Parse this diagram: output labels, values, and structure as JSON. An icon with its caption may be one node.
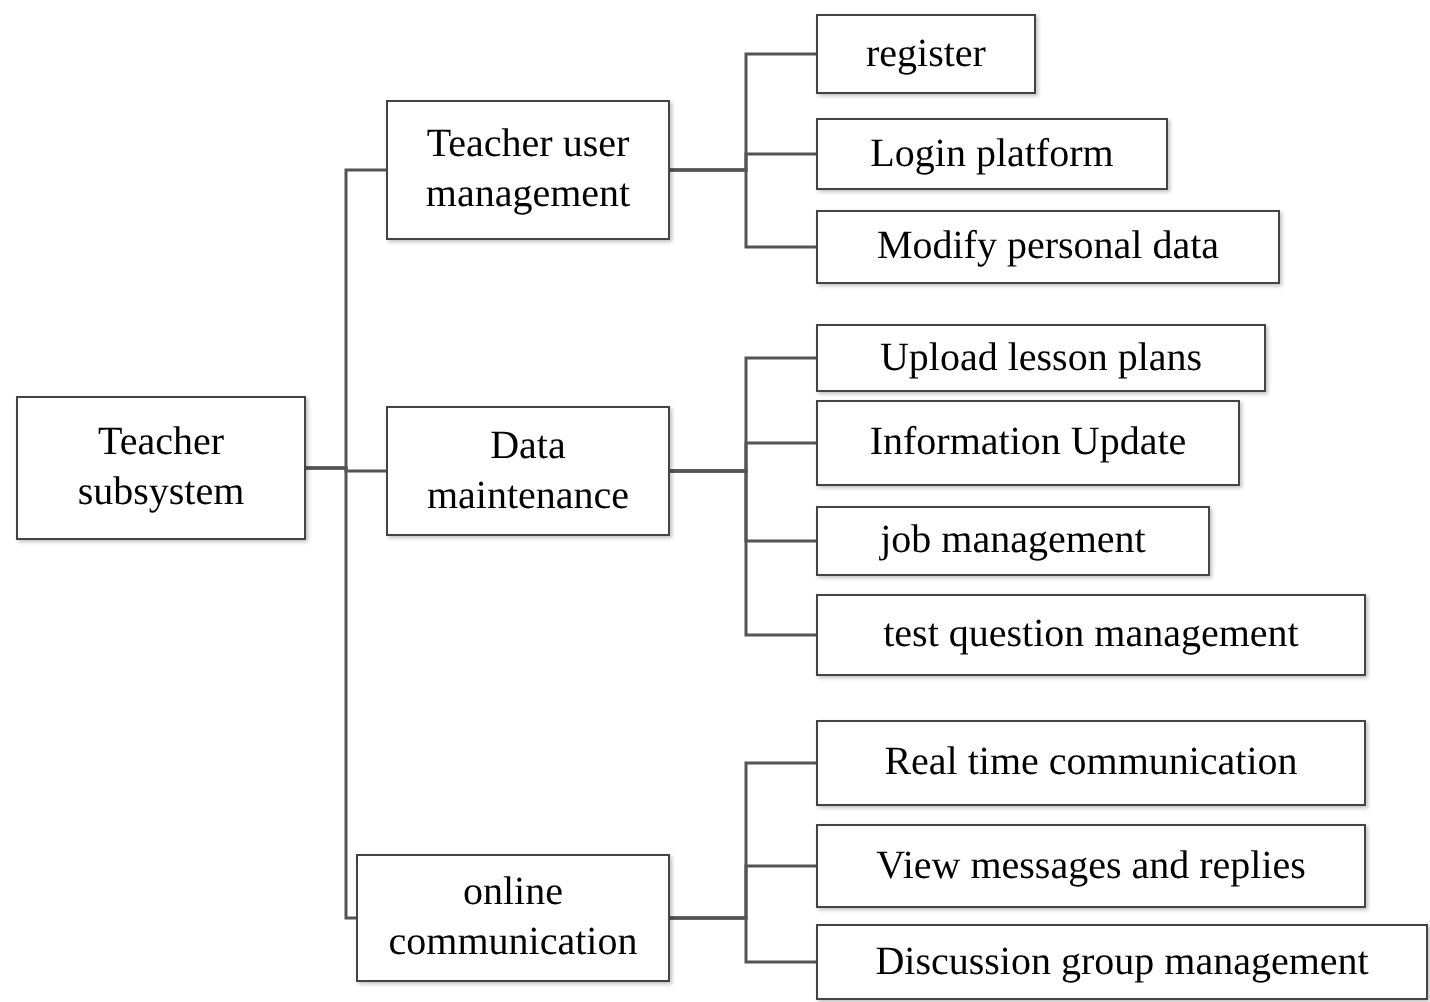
{
  "diagram": {
    "nodes": [
      {
        "text": [
          "Teacher subsystem"
        ]
      },
      {
        "text": [
          "Teacher user management"
        ]
      },
      {
        "text": [
          "Data maintenance"
        ]
      },
      {
        "text": [
          "online communication"
        ]
      },
      {
        "text": [
          "register"
        ]
      },
      {
        "text": [
          "Login platform"
        ]
      },
      {
        "text": [
          "Modify personal data"
        ]
      },
      {
        "text": [
          "Upload lesson plans"
        ]
      },
      {
        "text": [
          "Information Update"
        ]
      },
      {
        "text": [
          "job management"
        ]
      },
      {
        "text": [
          "test question management"
        ]
      },
      {
        "text": [
          "Real time communication"
        ]
      },
      {
        "text": [
          "View messages and replies"
        ]
      },
      {
        "text": [
          "Discussion group management"
        ]
      }
    ],
    "edges": [
      {
        "from": 0,
        "to": 1,
        "arrow": "none"
      },
      {
        "from": 0,
        "to": 2,
        "arrow": "none"
      },
      {
        "from": 0,
        "to": 3,
        "arrow": "none"
      },
      {
        "from": 1,
        "to": 4,
        "arrow": "none"
      },
      {
        "from": 1,
        "to": 5,
        "arrow": "none"
      },
      {
        "from": 1,
        "to": 6,
        "arrow": "none"
      },
      {
        "from": 2,
        "to": 7,
        "arrow": "none"
      },
      {
        "from": 2,
        "to": 8,
        "arrow": "none"
      },
      {
        "from": 2,
        "to": 9,
        "arrow": "none"
      },
      {
        "from": 2,
        "to": 10,
        "arrow": "none"
      },
      {
        "from": 3,
        "to": 11,
        "arrow": "none"
      },
      {
        "from": 3,
        "to": 12,
        "arrow": "none"
      },
      {
        "from": 3,
        "to": 13,
        "arrow": "none"
      }
    ]
  }
}
